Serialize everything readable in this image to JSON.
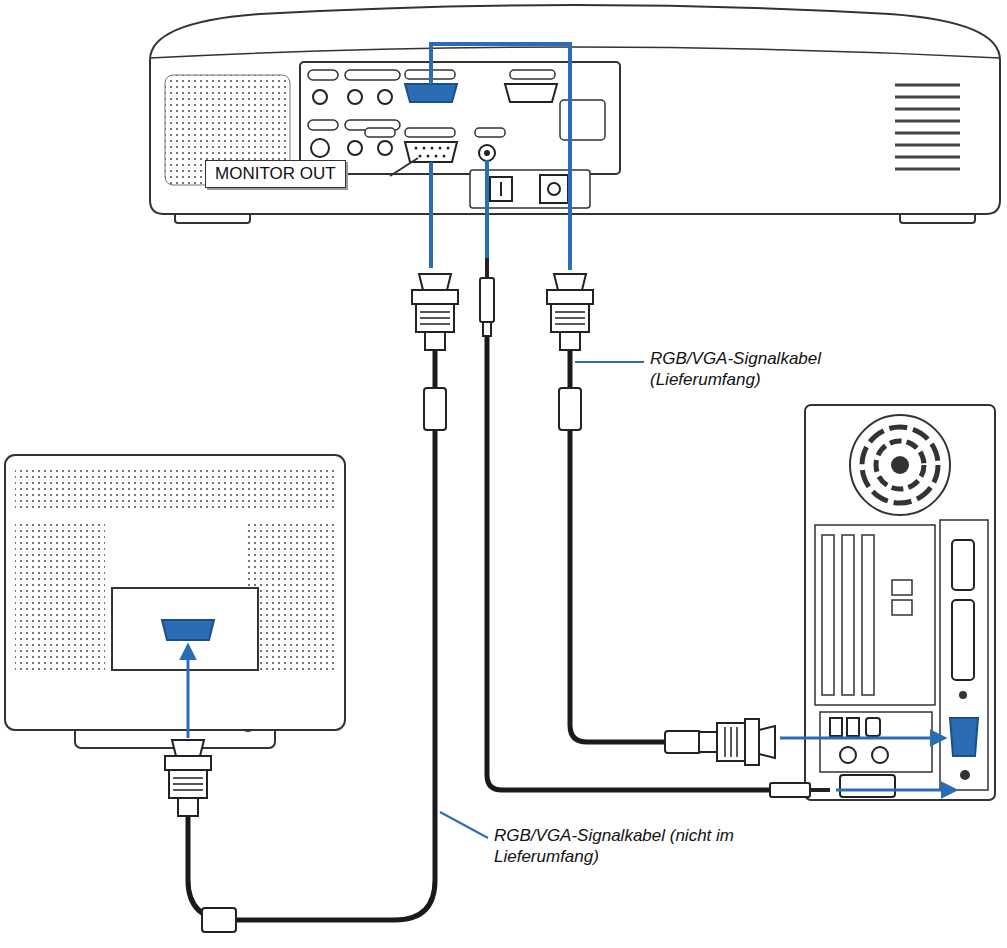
{
  "diagram": {
    "nodes": [
      {
        "text": [
          "MONITOR OUT"
        ]
      }
    ],
    "edges": [],
    "labels": [
      "RGB/VGA-Signalkabel (Lieferumfang)",
      "RGB/VGA-Signalkabel (nicht im Lieferumfang)"
    ]
  }
}
